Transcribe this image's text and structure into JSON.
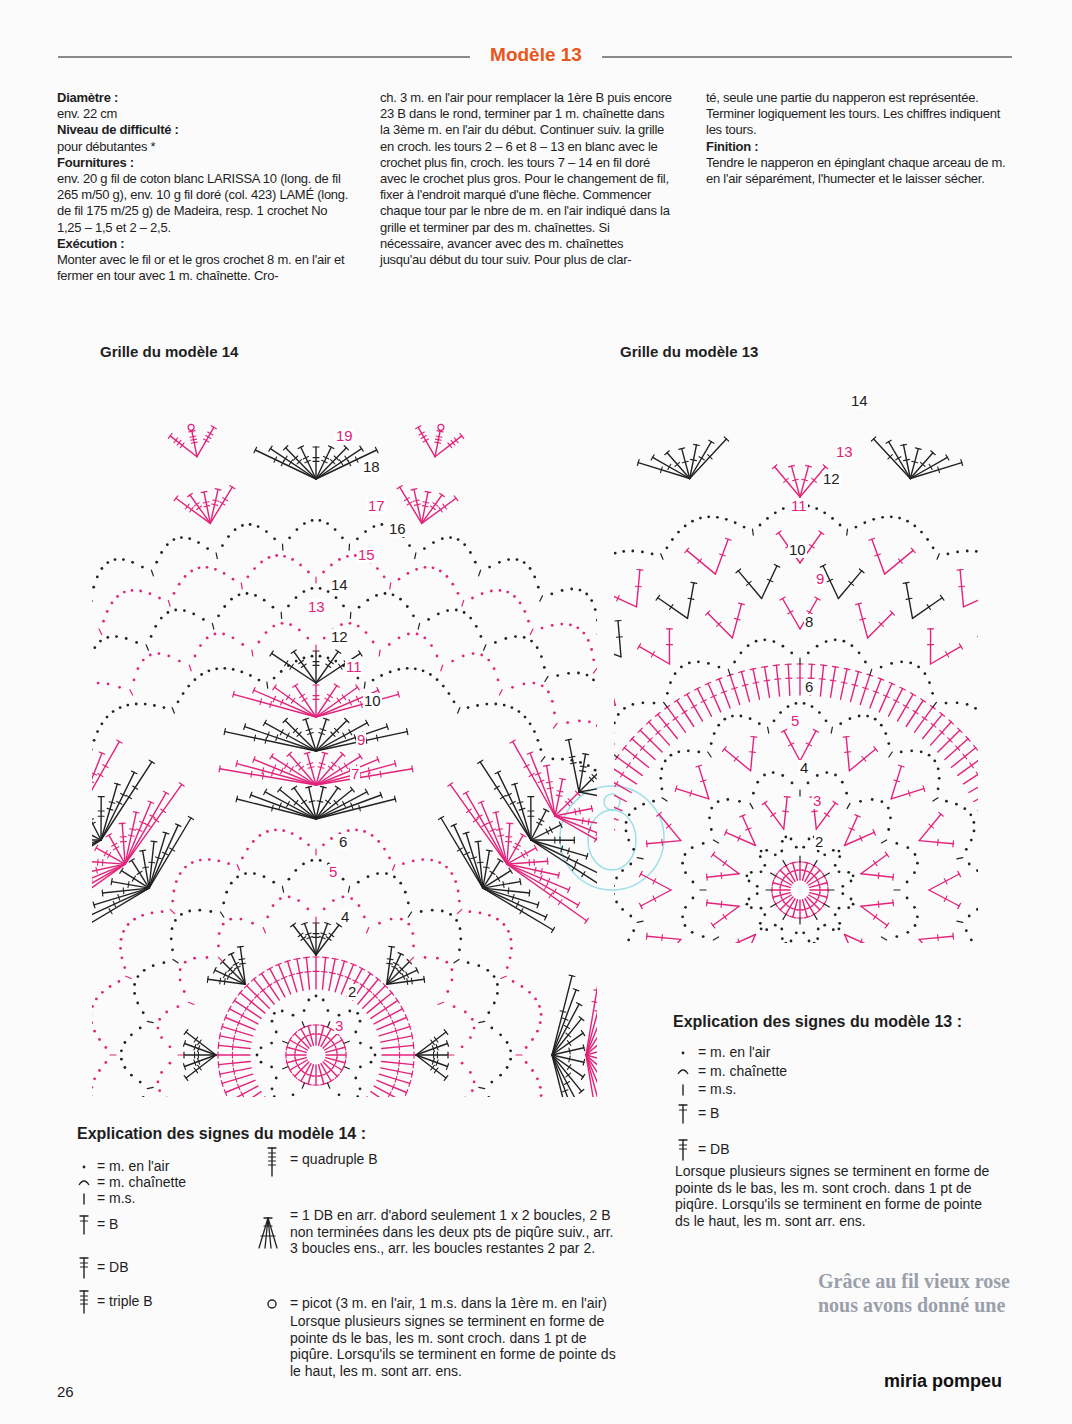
{
  "diagram": {
    "title": "Modèle 13",
    "labels": [
      "Diamètre :",
      "env. 22 cm",
      "Niveau de difficulté :",
      "pour débutantes *",
      "Fournitures :",
      "env. 20 g fil de coton blanc LARISSA 10 (long. de fil 265 m/50 g), env. 10 g fil doré (col. 423) LAMÉ (long. de fil 175 m/25 g) de Madeira, resp. 1 crochet No 1,25 – 1,5 et 2 – 2,5.",
      "Exécution :",
      "Monter avec le fil or et le gros crochet 8 m. en l'air et fermer en tour avec 1 m. chaînette. Cro-",
      "ch. 3 m. en l'air pour remplacer la 1ère B puis encore 23 B dans le rond, terminer par 1 m. chaînette dans la 3ème m. en l'air du début. Continuer suiv. la grille en croch. les tours 2 – 6 et 8 – 13 en blanc avec le crochet plus fin, croch. les tours 7 – 14 en fil doré avec le crochet plus gros. Pour le changement de fil, fixer à l'endroit marqué d'une flèche. Commencer chaque tour par le nbre de m. en l'air indiqué dans la grille et terminer par des m. chaînettes. Si nécessaire, avancer avec des m. chaînettes jusqu'au début du tour suiv. Pour plus de clar-",
      "té, seule une partie du napperon est représentée. Terminer logiquement les tours. Les chiffres indiquent les tours.",
      "Finition :",
      "Tendre le napperon en épinglant chaque arceau de m. en l'air séparément, l'humecter et le laisser sécher.",
      "Grille du modèle 14",
      "Grille du modèle 13",
      "19",
      "18",
      "17",
      "16",
      "15",
      "14",
      "13",
      "12",
      "11",
      "10",
      "9",
      "7",
      "6",
      "5",
      "4",
      "3",
      "2",
      "14",
      "13",
      "12",
      "11",
      "10",
      "9",
      "8",
      "6",
      "5",
      "4",
      "3",
      "2",
      "Explication des signes du modèle 14 :",
      "Lorsque plusieurs signes se terminent en forme de pointe ds le bas, les m. sont croch. dans 1 pt de piqûre. Lorsqu'ils se terminent en forme de pointe ds le haut, les m. sont arr. ens.",
      "Explication des signes du modèle 13 :",
      "Lorsque plusieurs signes se terminent en forme de pointe ds le bas, les m. sont croch. dans 1 pt de piqûre. Lorsqu'ils se terminent en forme de pointe ds le haut, les m. sont arr. ens.",
      "Grâce au fil vieux rose",
      "nous avons donné une",
      "26",
      "miria pompeu"
    ],
    "legend": [
      {
        "text": "= m. en l'air"
      },
      {
        "text": "= m. chaînette"
      },
      {
        "text": "= m.s."
      },
      {
        "text": "= B"
      },
      {
        "text": "= DB"
      },
      {
        "text": "= triple B"
      },
      {
        "text": "= quadruple B"
      },
      {
        "text": "= 1 DB en arr. d'abord seulement 1 x 2 boucles, 2 B non terminées dans les deux pts de piqûre suiv., arr. 3 boucles ens., arr. les boucles restantes 2 par 2."
      },
      {
        "text": "= picot (3 m. en l'air, 1 m.s. dans la 1ère m. en l'air)"
      },
      {
        "text": "= m. en l'air"
      },
      {
        "text": "= m. chaînette"
      },
      {
        "text": "= m.s."
      },
      {
        "text": "= B"
      },
      {
        "text": "= DB"
      }
    ]
  }
}
